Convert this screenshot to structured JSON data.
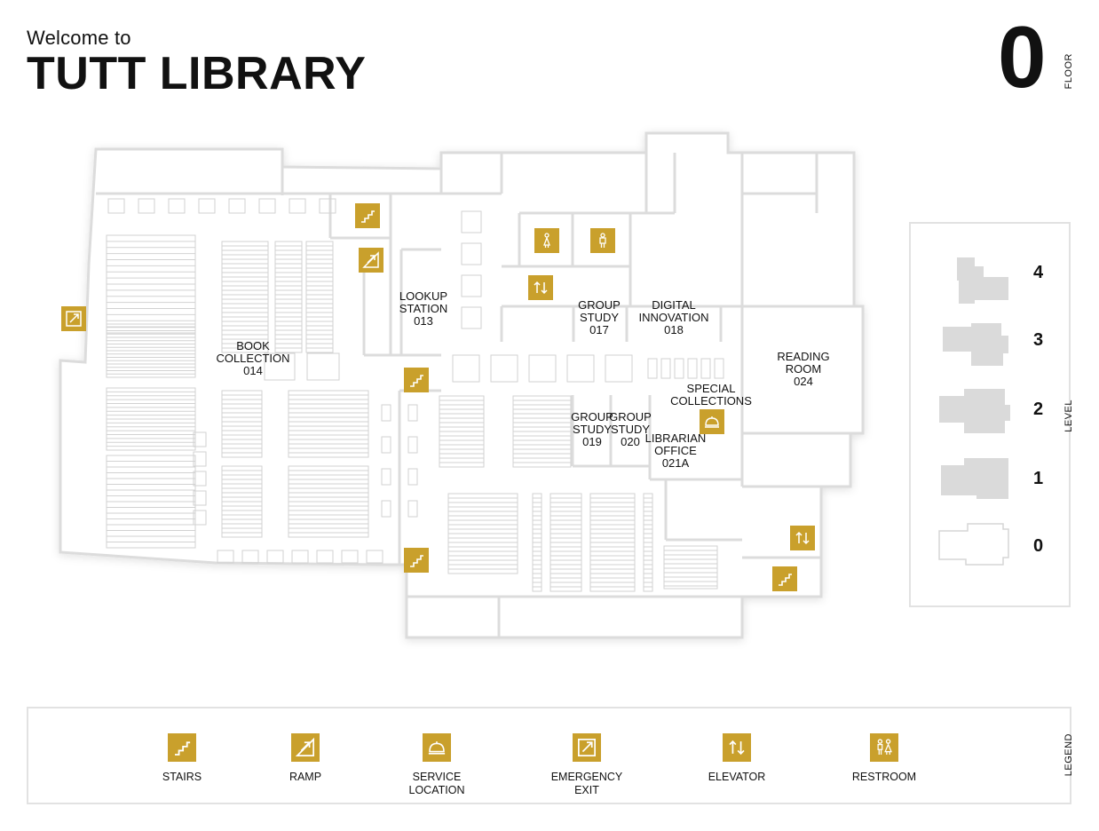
{
  "header": {
    "welcome": "Welcome to",
    "title": "TUTT LIBRARY",
    "floor_number": "0",
    "floor_label": "FLOOR"
  },
  "rooms": [
    {
      "id": "book-collection",
      "lines": [
        "BOOK",
        "COLLECTION",
        "014"
      ]
    },
    {
      "id": "lookup-station",
      "lines": [
        "LOOKUP",
        "STATION",
        "013"
      ]
    },
    {
      "id": "group-study-017",
      "lines": [
        "GROUP",
        "STUDY",
        "017"
      ]
    },
    {
      "id": "digital-innovation",
      "lines": [
        "DIGITAL",
        "INNOVATION",
        "018"
      ]
    },
    {
      "id": "reading-room",
      "lines": [
        "READING",
        "ROOM",
        "024"
      ]
    },
    {
      "id": "special-collections",
      "lines": [
        "SPECIAL",
        "COLLECTIONS"
      ]
    },
    {
      "id": "group-study-019",
      "lines": [
        "GROUP",
        "STUDY",
        "019"
      ]
    },
    {
      "id": "group-study-020",
      "lines": [
        "GROUP",
        "STUDY",
        "020"
      ]
    },
    {
      "id": "librarian-office",
      "lines": [
        "LIBRARIAN",
        "OFFICE",
        "021A"
      ]
    }
  ],
  "levels": {
    "label": "LEVEL",
    "items": [
      "4",
      "3",
      "2",
      "1",
      "0"
    ],
    "current": "0"
  },
  "legend": {
    "label": "LEGEND",
    "items": [
      {
        "icon": "stairs-icon",
        "label": "STAIRS"
      },
      {
        "icon": "ramp-icon",
        "label": "RAMP"
      },
      {
        "icon": "service-bell-icon",
        "label": "SERVICE\nLOCATION"
      },
      {
        "icon": "emergency-exit-icon",
        "label": "EMERGENCY\nEXIT"
      },
      {
        "icon": "elevator-icon",
        "label": "ELEVATOR"
      },
      {
        "icon": "restroom-icon",
        "label": "RESTROOM"
      }
    ]
  },
  "colors": {
    "accent": "#c9a02c",
    "wall": "#dcdcdc",
    "furniture": "#d4d4d4",
    "level_inactive": "#dadada"
  }
}
